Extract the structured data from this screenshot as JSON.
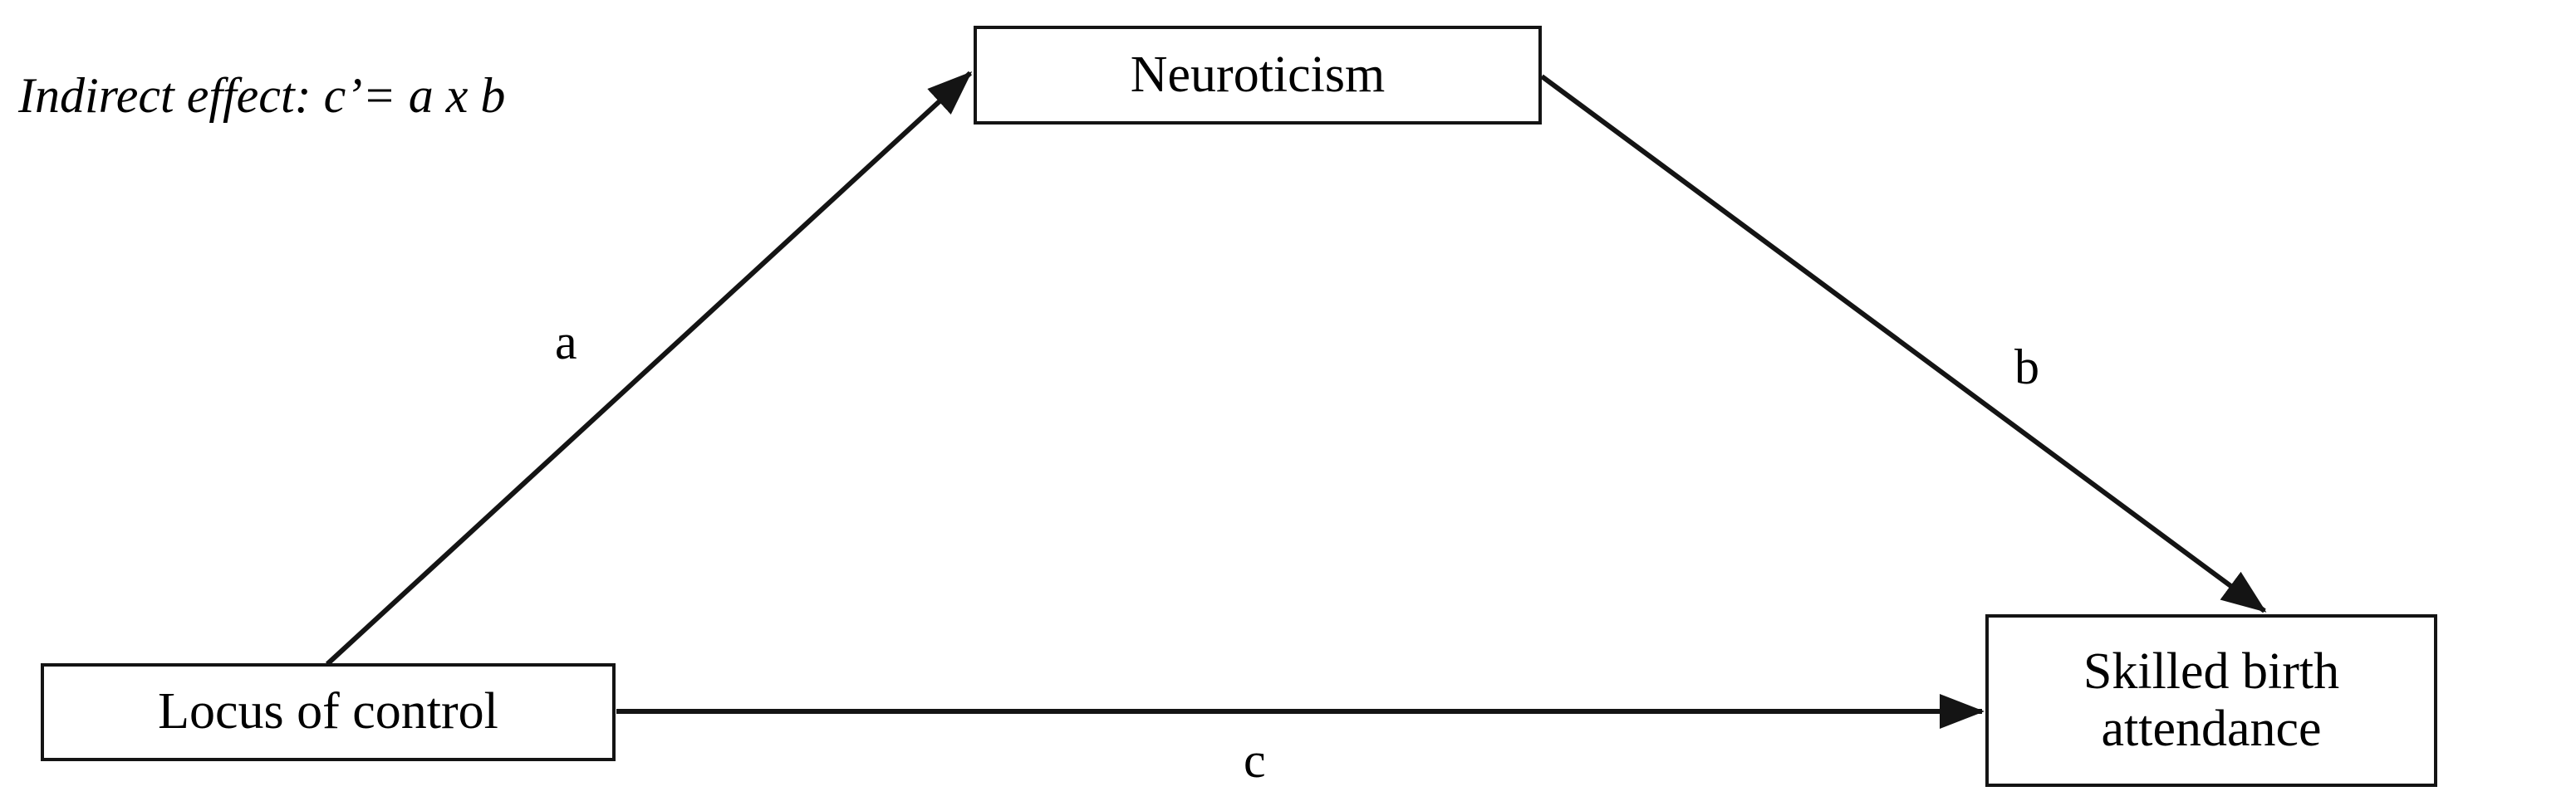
{
  "figure": {
    "type": "mediation-path-diagram",
    "background_color": "#ffffff",
    "line_color": "#141414",
    "text_color": "#000000",
    "annotation": "Indirect effect: c’= a x b"
  },
  "nodes": {
    "mediator": {
      "id": "neuroticism",
      "label": "Neuroticism",
      "role": "mediator"
    },
    "predictor": {
      "id": "locus-of-control",
      "label": "Locus of control",
      "role": "independent-variable"
    },
    "outcome": {
      "id": "skilled-birth-attendance",
      "label": "Skilled birth\nattendance",
      "role": "dependent-variable"
    }
  },
  "paths": [
    {
      "id": "path-a",
      "label": "a",
      "from": "Locus of control",
      "to": "Neuroticism",
      "arrow": true
    },
    {
      "id": "path-b",
      "label": "b",
      "from": "Neuroticism",
      "to": "Skilled birth attendance",
      "arrow": true
    },
    {
      "id": "path-c",
      "label": "c",
      "from": "Locus of control",
      "to": "Skilled birth attendance",
      "arrow": true
    }
  ]
}
